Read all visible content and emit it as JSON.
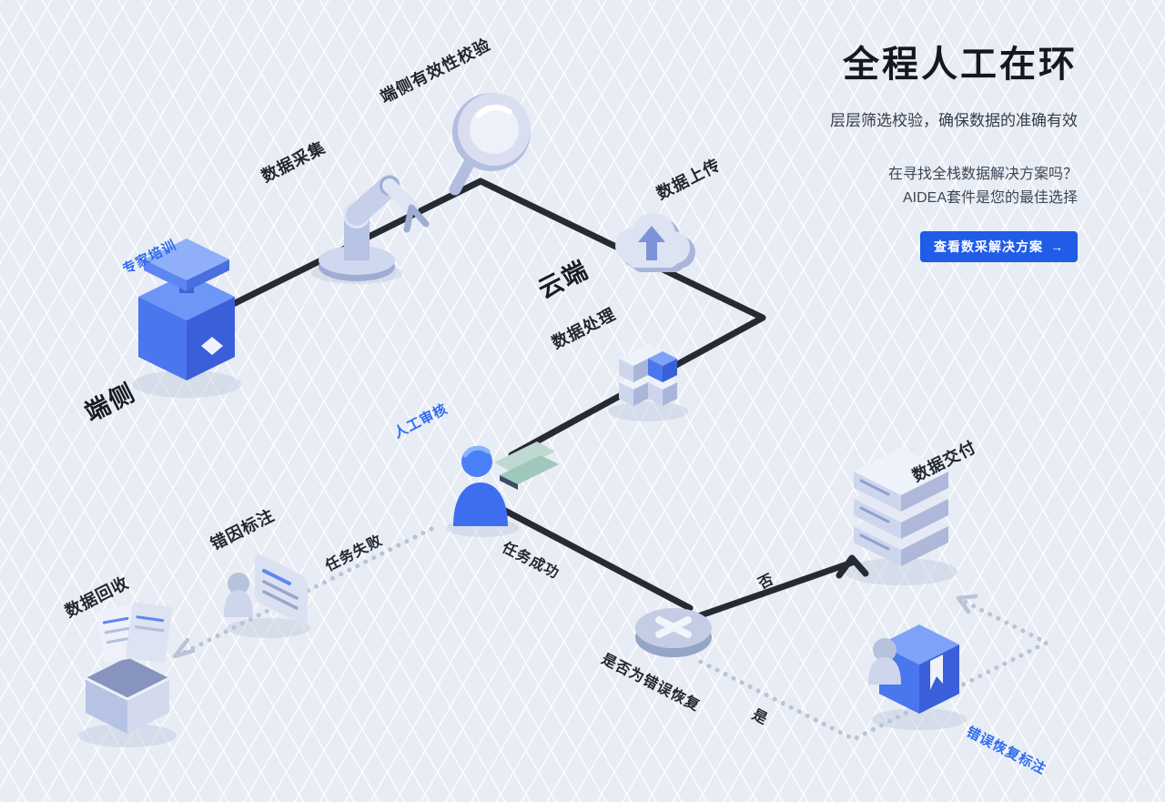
{
  "header": {
    "title": "全程人工在环",
    "subtitle": "层层筛选校验，确保数据的准确有效",
    "pitch_line1": "在寻找全栈数据解决方案吗？",
    "pitch_line2": "AIDEA套件是您的最佳选择",
    "cta_label": "查看数采解决方案",
    "cta_arrow": "→"
  },
  "diagram": {
    "labels": {
      "expert_training": "专家培训",
      "device_side": "端侧",
      "data_collection": "数据采集",
      "device_validation": "端侧有效性校验",
      "data_upload": "数据上传",
      "cloud_side": "云端",
      "data_processing": "数据处理",
      "human_review": "人工审核",
      "task_failed": "任务失败",
      "error_cause_annotation": "错因标注",
      "data_recycle": "数据回收",
      "task_success": "任务成功",
      "is_error_recovery": "是否为错误恢复",
      "no": "否",
      "yes": "是",
      "data_delivery": "数据交付",
      "error_recovery_annotation": "错误恢复标注"
    },
    "colors": {
      "accent_blue": "#2e6bf0",
      "cta_blue": "#1f5ce8",
      "flow_line": "#262b33",
      "dotted_line": "#b9c3d9",
      "background": "#e8ecf4"
    }
  }
}
